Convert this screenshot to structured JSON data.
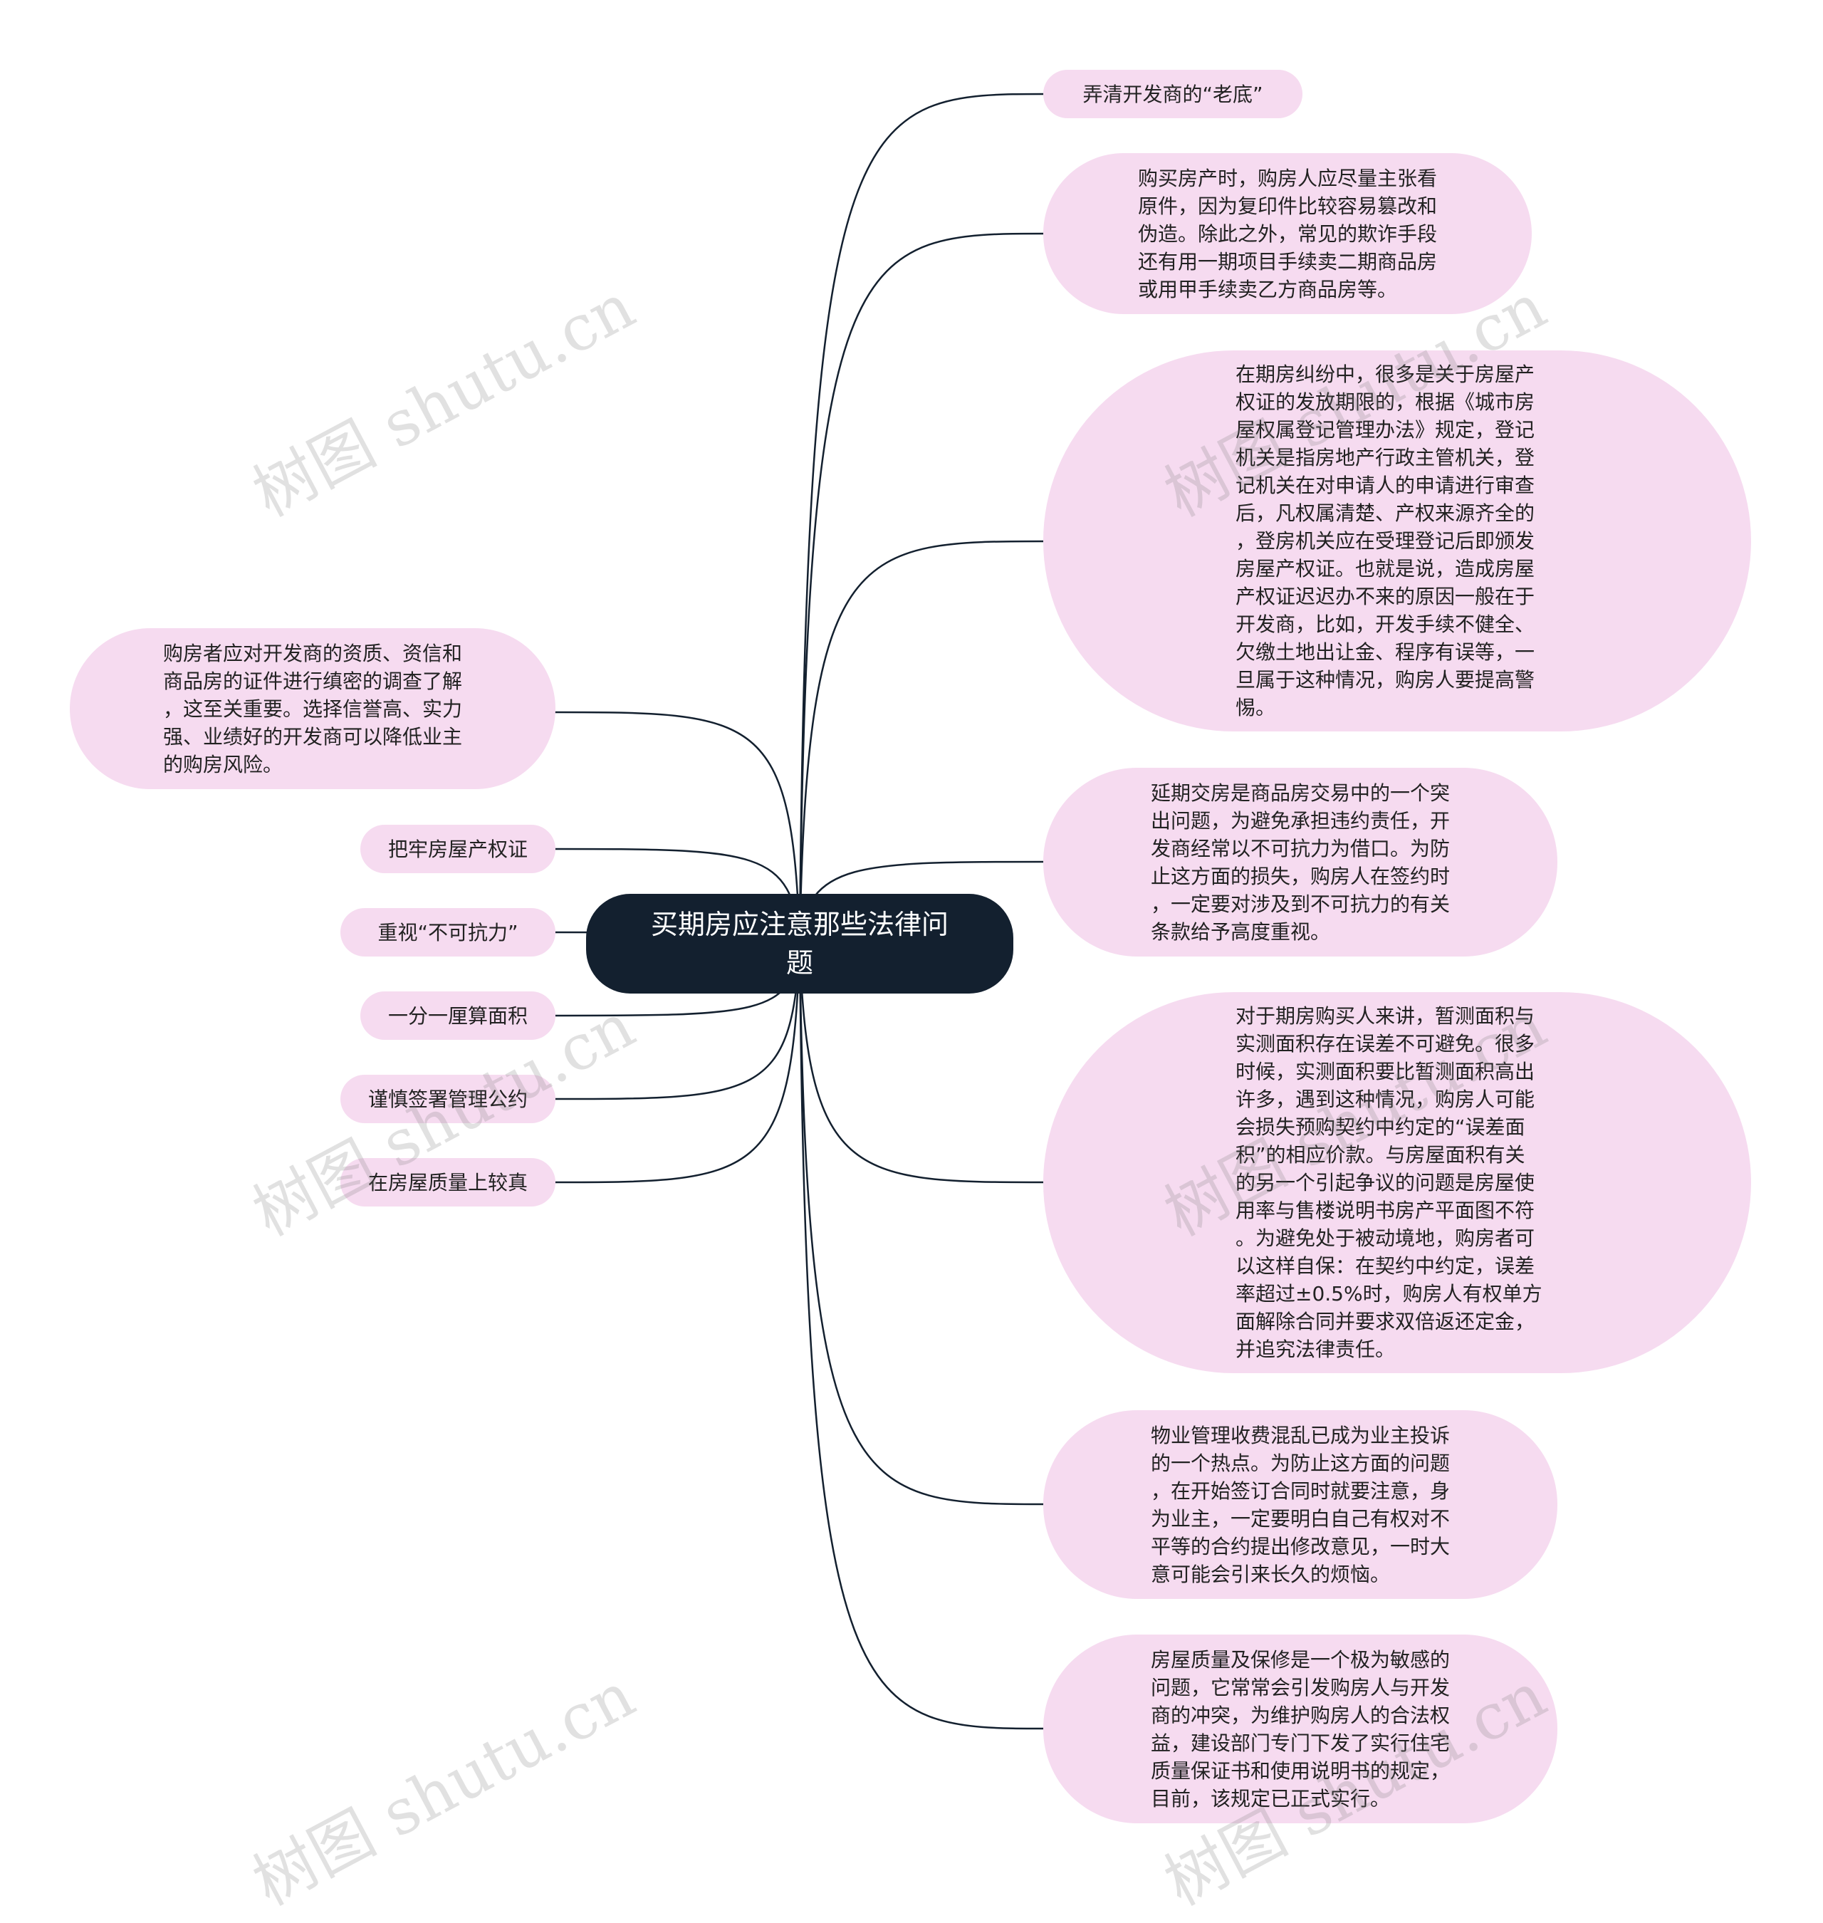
{
  "root": {
    "label": "买期房应注意那些法律问\n题"
  },
  "nodes": {
    "r1": "弄清开发商的“老底”",
    "r2": "购买房产时，购房人应尽量主张看\n原件，因为复印件比较容易篡改和\n伪造。除此之外，常见的欺诈手段\n还有用一期项目手续卖二期商品房\n或用甲手续卖乙方商品房等。",
    "r3": "在期房纠纷中，很多是关于房屋产\n权证的发放期限的，根据《城市房\n屋权属登记管理办法》规定，登记\n机关是指房地产行政主管机关，登\n记机关在对申请人的申请进行审查\n后，凡权属清楚、产权来源齐全的\n，登房机关应在受理登记后即颁发\n房屋产权证。也就是说，造成房屋\n产权证迟迟办不来的原因一般在于\n开发商，比如，开发手续不健全、\n欠缴土地出让金、程序有误等，一\n旦属于这种情况，购房人要提高警\n惕。",
    "r4": "延期交房是商品房交易中的一个突\n出问题，为避免承担违约责任，开\n发商经常以不可抗力为借口。为防\n止这方面的损失，购房人在签约时\n，一定要对涉及到不可抗力的有关\n条款给予高度重视。",
    "r5": "对于期房购买人来讲，暂测面积与\n实测面积存在误差不可避免。很多\n时候，实测面积要比暂测面积高出\n许多，遇到这种情况，购房人可能\n会损失预购契约中约定的“误差面\n积”的相应价款。与房屋面积有关\n的另一个引起争议的问题是房屋使\n用率与售楼说明书房产平面图不符\n。为避免处于被动境地，购房者可\n以这样自保：在契约中约定，误差\n率超过±0.5%时，购房人有权单方\n面解除合同并要求双倍返还定金，\n并追究法律责任。",
    "r6": "物业管理收费混乱已成为业主投诉\n的一个热点。为防止这方面的问题\n，在开始签订合同时就要注意，身\n为业主，一定要明白自己有权对不\n平等的合约提出修改意见，一时大\n意可能会引来长久的烦恼。",
    "r7": "房屋质量及保修是一个极为敏感的\n问题，它常常会引发购房人与开发\n商的冲突，为维护购房人的合法权\n益，建设部门专门下发了实行住宅\n质量保证书和使用说明书的规定，\n目前，该规定已正式实行。",
    "l1": "购房者应对开发商的资质、资信和\n商品房的证件进行缜密的调查了解\n，这至关重要。选择信誉高、实力\n强、业绩好的开发商可以降低业主\n的购房风险。",
    "l2": "把牢房屋产权证",
    "l3": "重视“不可抗力”",
    "l4": "一分一厘算面积",
    "l5": "谨慎签署管理公约",
    "l6": "在房屋质量上较真"
  },
  "watermark": "树图 shutu.cn",
  "colors": {
    "node_fill": "#f6dbf0",
    "root_fill": "#13202f",
    "link": "#13202f"
  }
}
